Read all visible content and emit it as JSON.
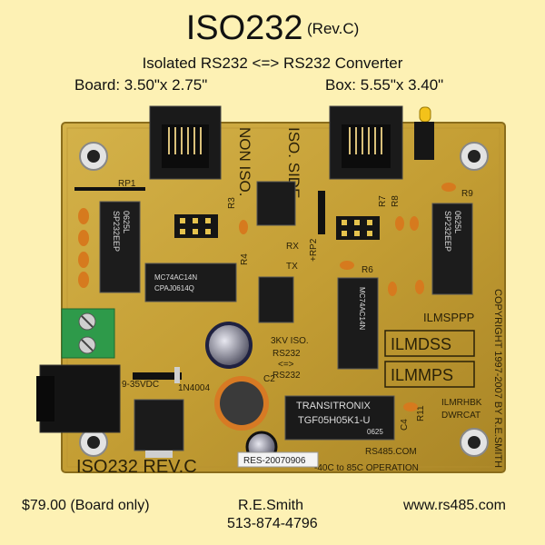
{
  "header": {
    "title": "ISO232",
    "revision": "(Rev.C)",
    "subtitle": "Isolated RS232 <=> RS232 Converter",
    "board_size": "Board: 3.50\"x 2.75\"",
    "box_size": "Box: 5.55\"x 3.40\""
  },
  "board": {
    "silk_non_iso": "NON ISO.",
    "silk_iso_side": "ISO. SIDE",
    "silk_rp1": "RP1",
    "silk_r3": "R3",
    "silk_r4": "R4",
    "silk_r7": "R7",
    "silk_r8": "R8",
    "silk_r9": "R9",
    "silk_r6": "R6",
    "silk_rx": "RX",
    "silk_tx": "TX",
    "silk_rp2": "+RP2",
    "silk_iso_block": "3KV ISO.",
    "silk_iso_block2": "RS232",
    "silk_iso_block3": "<=>",
    "silk_iso_block4": "RS232",
    "silk_copyright": "COPYRIGHT 1997-2007 BY R.E.SMITH",
    "silk_ilmsppp": "ILMSPPP",
    "silk_ilmdss": "ILMDSS",
    "silk_ilmmps": "ILMMPS",
    "silk_ilmrhbk": "ILMRHBK",
    "silk_dwrcat": "DWRCAT",
    "silk_vin": "9-35VDC",
    "silk_diode": "1N4004",
    "silk_c2": "C2",
    "silk_c4": "C4",
    "silk_r11": "R11",
    "silk_rs485": "RS485.COM",
    "silk_board_name": "ISO232 REV.C",
    "silk_operation": "-40C to 85C OPERATION",
    "transformer_brand": "TRANSITRONIX",
    "transformer_part": "TGF05H05K1-U",
    "transformer_code": "0625",
    "chip_left": "SP232EEP",
    "chip_left_code": "0625L",
    "chip_right": "SP232EEP",
    "chip_right_code": "0625L",
    "chip_center": "MC74AC14N",
    "chip_center2": "CPAJ0614Q",
    "chip_iso": "MC74AC14N",
    "serial_label": "RES-20070906"
  },
  "footer": {
    "price": "$79.00 (Board only)",
    "name": "R.E.Smith",
    "phone": "513-874-4796",
    "website": "www.rs485.com"
  },
  "colors": {
    "page_bg": "#fdf1b4",
    "board_gold": "#c9a53a",
    "connector_black": "#1a1a1a",
    "terminal_green": "#2e9a4a"
  }
}
